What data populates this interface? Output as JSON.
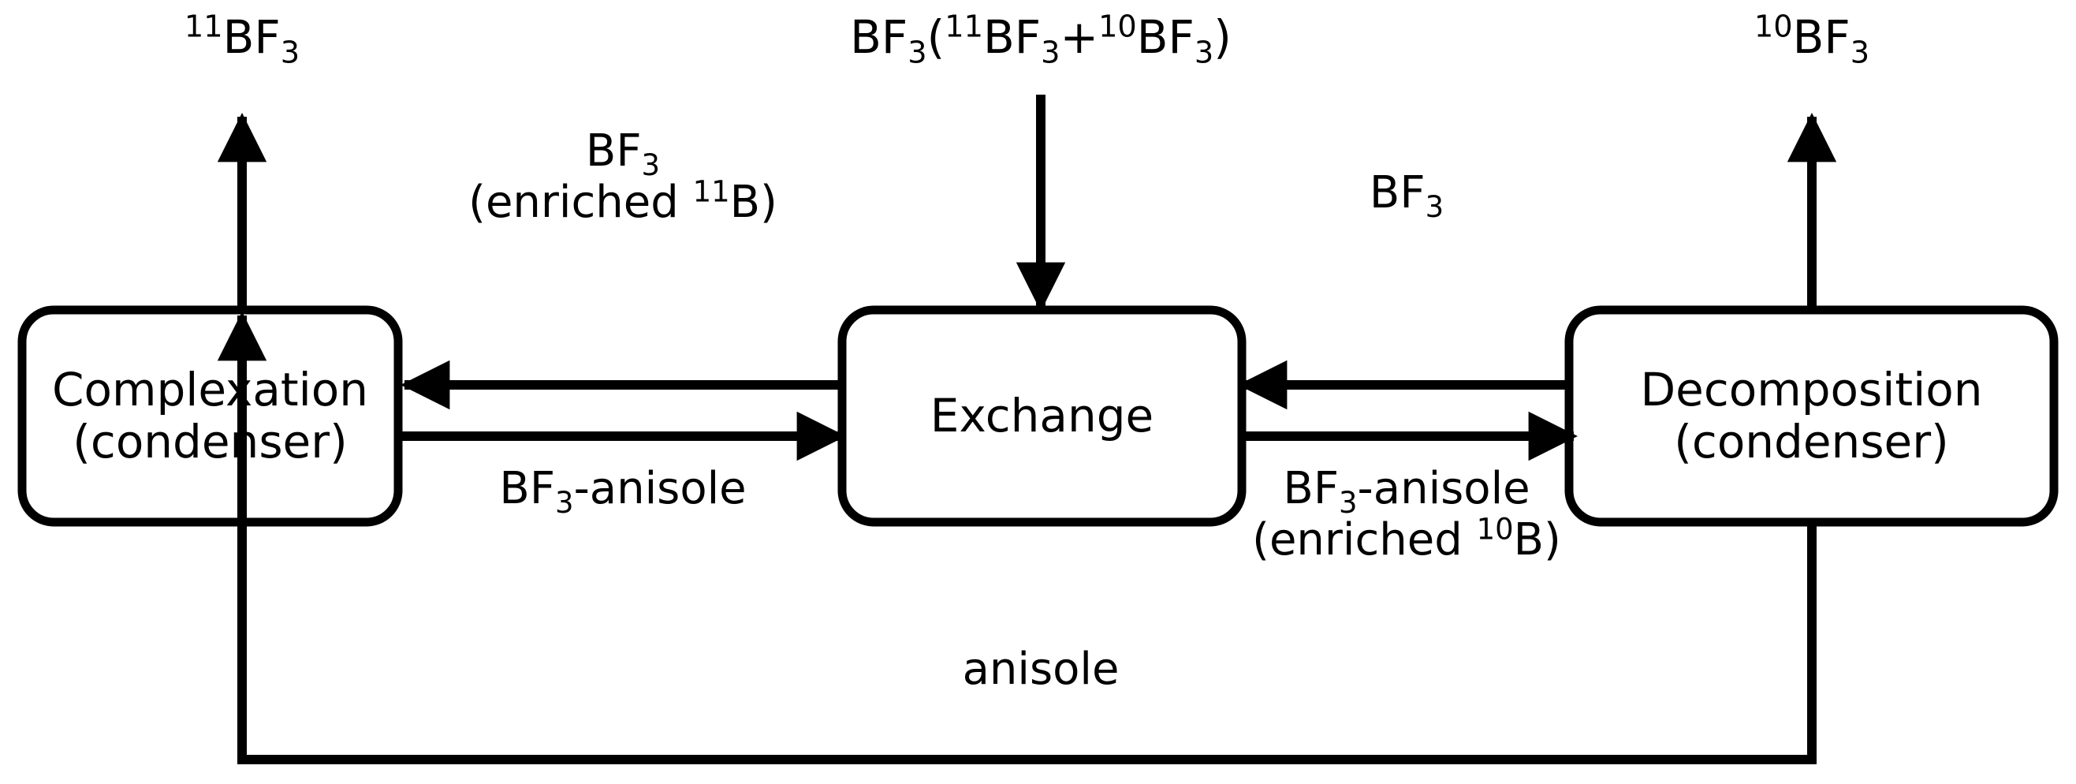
{
  "diagram": {
    "type": "process-flow",
    "title_present": false,
    "background_color": "#ffffff",
    "stroke_color": "#000000",
    "boxes": [
      {
        "id": "complexation",
        "line1": "Complexation",
        "line2": "(condenser)"
      },
      {
        "id": "exchange",
        "line1": "Exchange",
        "line2": ""
      },
      {
        "id": "decomposition",
        "line1": "Decomposition",
        "line2": "(condenser)"
      }
    ],
    "streams": {
      "top_left_outlet": {
        "base": "BF",
        "sup_pre": "11",
        "sub": "3",
        "plain": "11BF3"
      },
      "top_center_feed": {
        "plain": "BF3(11BF3+10BF3)"
      },
      "top_right_outlet": {
        "base": "BF",
        "sup_pre": "10",
        "sub": "3",
        "plain": "10BF3"
      },
      "left_upper": {
        "line1_plain": "BF3",
        "line2_plain": "(enriched 11B)"
      },
      "left_lower": {
        "plain": "BF3-anisole"
      },
      "right_upper": {
        "plain": "BF3"
      },
      "right_lower": {
        "line1_plain": "BF3-anisole",
        "line2_plain": "(enriched 10B)"
      },
      "bottom_recycle": {
        "label": "anisole"
      }
    }
  }
}
